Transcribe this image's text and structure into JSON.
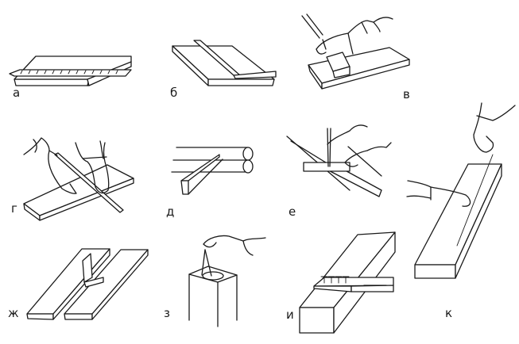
{
  "figure": {
    "panels": [
      {
        "id": "a",
        "label": "а",
        "subject": "ruler-on-board"
      },
      {
        "id": "b",
        "label": "б",
        "subject": "batten-on-board"
      },
      {
        "id": "v",
        "label": "в",
        "subject": "square-marking-with-hand"
      },
      {
        "id": "g",
        "label": "г",
        "subject": "straightedge-marking-two-hands"
      },
      {
        "id": "d",
        "label": "д",
        "subject": "bar-and-logs"
      },
      {
        "id": "e",
        "label": "е",
        "subject": "pencil-marking-on-crossed-boards"
      },
      {
        "id": "zh",
        "label": "ж",
        "subject": "boards-with-square"
      },
      {
        "id": "z",
        "label": "з",
        "subject": "compass-on-post"
      },
      {
        "id": "i",
        "label": "и",
        "subject": "marking-gauge-on-beam"
      },
      {
        "id": "k",
        "label": "к",
        "subject": "chalk-line-on-beam"
      }
    ]
  },
  "colors": {
    "ink": "#1a1a1a",
    "paper": "#ffffff"
  }
}
